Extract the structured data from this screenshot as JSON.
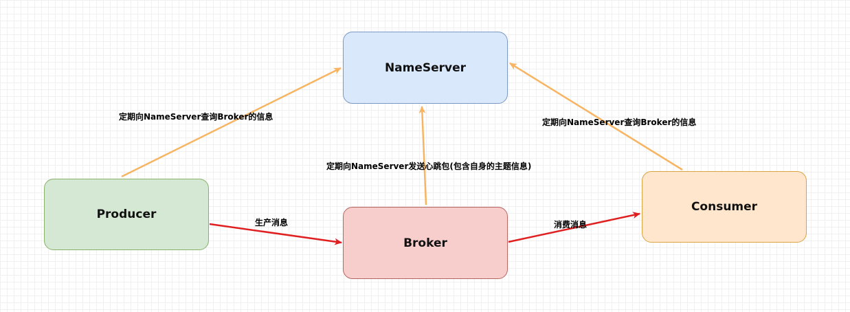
{
  "nodes": {
    "nameserver": "NameServer",
    "producer": "Producer",
    "broker": "Broker",
    "consumer": "Consumer"
  },
  "edges": {
    "producer_query": "定期向NameServer查询Broker的信息",
    "consumer_query": "定期向NameServer查询Broker的信息",
    "broker_heartbeat": "定期向NameServer发送心跳包(包含自身的主题信息)",
    "produce_message": "生产消息",
    "consume_message": "消费消息"
  },
  "colors": {
    "orange_arrow": "#f7b563",
    "red_arrow": "#e02020",
    "nameserver_fill": "#dae8fc",
    "producer_fill": "#d5e8d4",
    "broker_fill": "#f8cecc",
    "consumer_fill": "#ffe6cc"
  }
}
